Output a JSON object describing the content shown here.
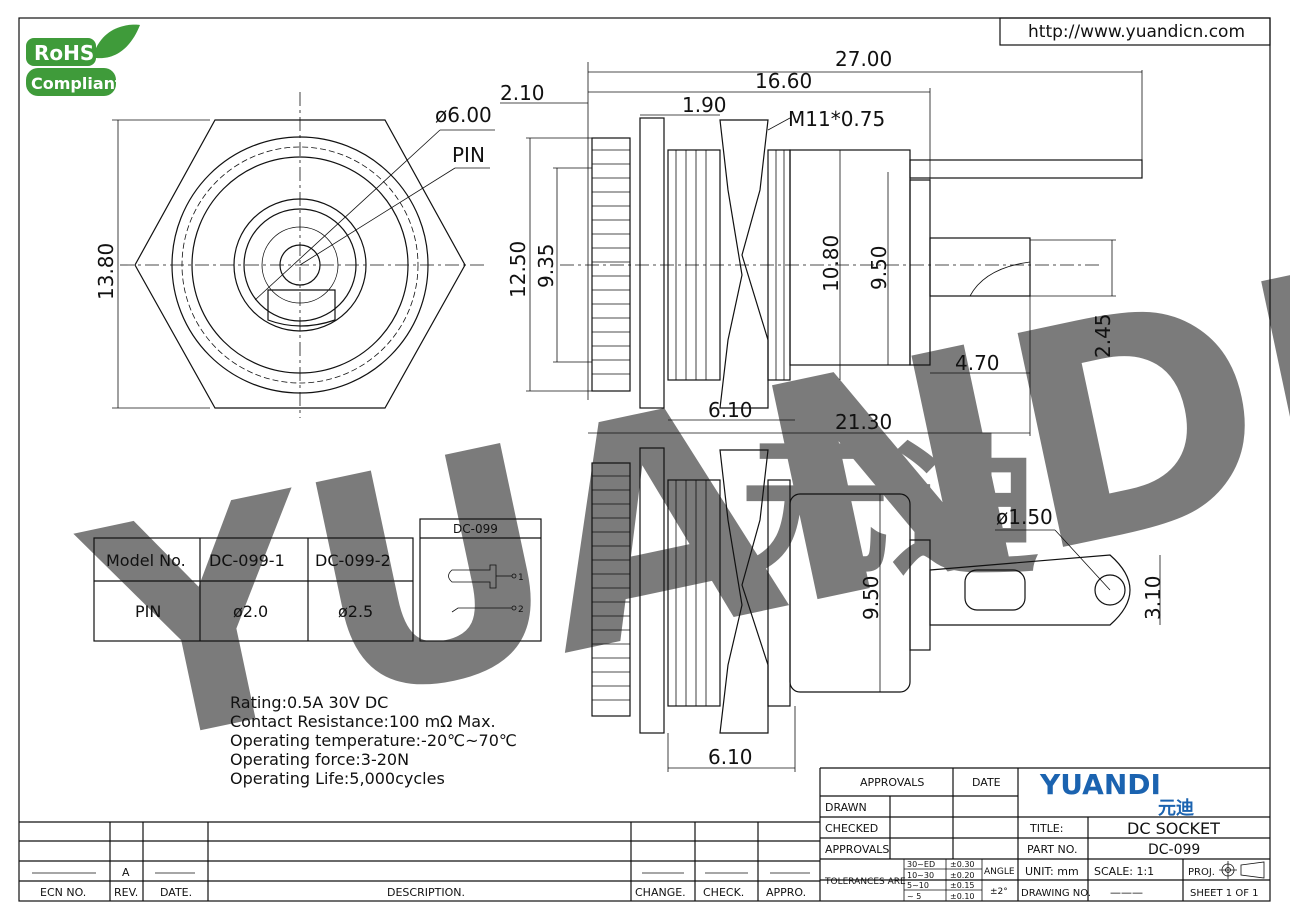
{
  "website_url": "http://www.yuandicn.com",
  "rohs": {
    "top": "RoHS",
    "bottom": "Compliant"
  },
  "watermark": {
    "latin": "YUANDI",
    "chinese": "元迪"
  },
  "dimensions": {
    "front_diameter": "ø6.00",
    "pin_label": "PIN",
    "front_height": "13.80",
    "total_length": "27.00",
    "body_length": "16.60",
    "flange_offset": "2.10",
    "nut_gap": "1.90",
    "thread": "M11*0.75",
    "knurl_dia": "12.50",
    "front_dia": "9.35",
    "nut_dia": "10.80",
    "body_dia": "9.50",
    "terminal_offset": "2.45",
    "terminal_length": "4.70",
    "nut_width": "6.10",
    "overall_length": "21.30",
    "bottom_body_dia": "9.50",
    "hole_dia": "ø1.50",
    "tab_width": "3.10",
    "bottom_nut_width": "6.10"
  },
  "model_table": {
    "header": [
      "Model No.",
      "DC-099-1",
      "DC-099-2"
    ],
    "row": [
      "PIN",
      "ø2.0",
      "ø2.5"
    ]
  },
  "schematic": {
    "title": "DC-099",
    "pin1": "1",
    "pin2": "2"
  },
  "specs": [
    "Rating:0.5A 30V DC",
    "Contact Resistance:100 mΩ Max.",
    "Operating temperature:-20℃~70℃",
    "Operating force:3-20N",
    "Operating Life:5,000cycles"
  ],
  "revision_block": {
    "rev": "A",
    "headers": [
      "ECN NO.",
      "REV.",
      "DATE.",
      "DESCRIPTION.",
      "CHANGE.",
      "CHECK.",
      "APPRO."
    ]
  },
  "title_block": {
    "approvals": "APPROVALS",
    "date": "DATE",
    "drawn": "DRAWN",
    "checked": "CHECKED",
    "approvals2": "APPROVALS",
    "tolerances": "TOLERANCES ARE",
    "tol_ranges": [
      "30~ED",
      "10~30",
      "5~10",
      "~ 5"
    ],
    "tol_values": [
      "±0.30",
      "±0.20",
      "±0.15",
      "±0.10"
    ],
    "angle_label": "ANGLE",
    "angle_value": "±2°",
    "logo_latin": "YUANDI",
    "logo_chinese": "元迪",
    "title_label": "TITLE:",
    "title_value": "DC SOCKET",
    "part_label": "PART NO.",
    "part_value": "DC-099",
    "unit": "UNIT: mm",
    "scale": "SCALE: 1:1",
    "proj": "PROJ.",
    "drawing_no": "DRAWING NO.",
    "drawing_no_value": "———",
    "sheet": "SHEET 1 OF 1"
  },
  "colors": {
    "watermark": "#cfe0ee",
    "logo": "#1b63b0",
    "rohs": "#3f9b3a"
  }
}
